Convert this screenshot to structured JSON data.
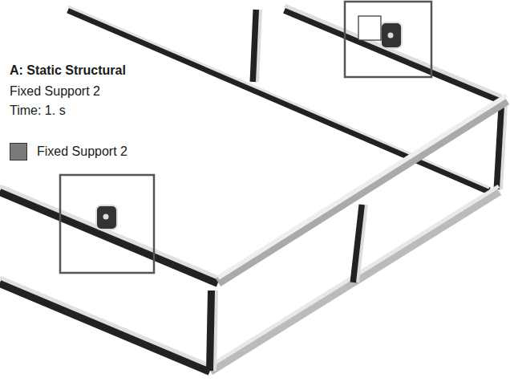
{
  "diagram": {
    "title": "A: Static Structural",
    "labels": [
      "Fixed Support 2",
      "Time: 1. s"
    ],
    "legend": [
      {
        "text": "Fixed Support 2",
        "color": "#7a7a7a"
      }
    ]
  }
}
